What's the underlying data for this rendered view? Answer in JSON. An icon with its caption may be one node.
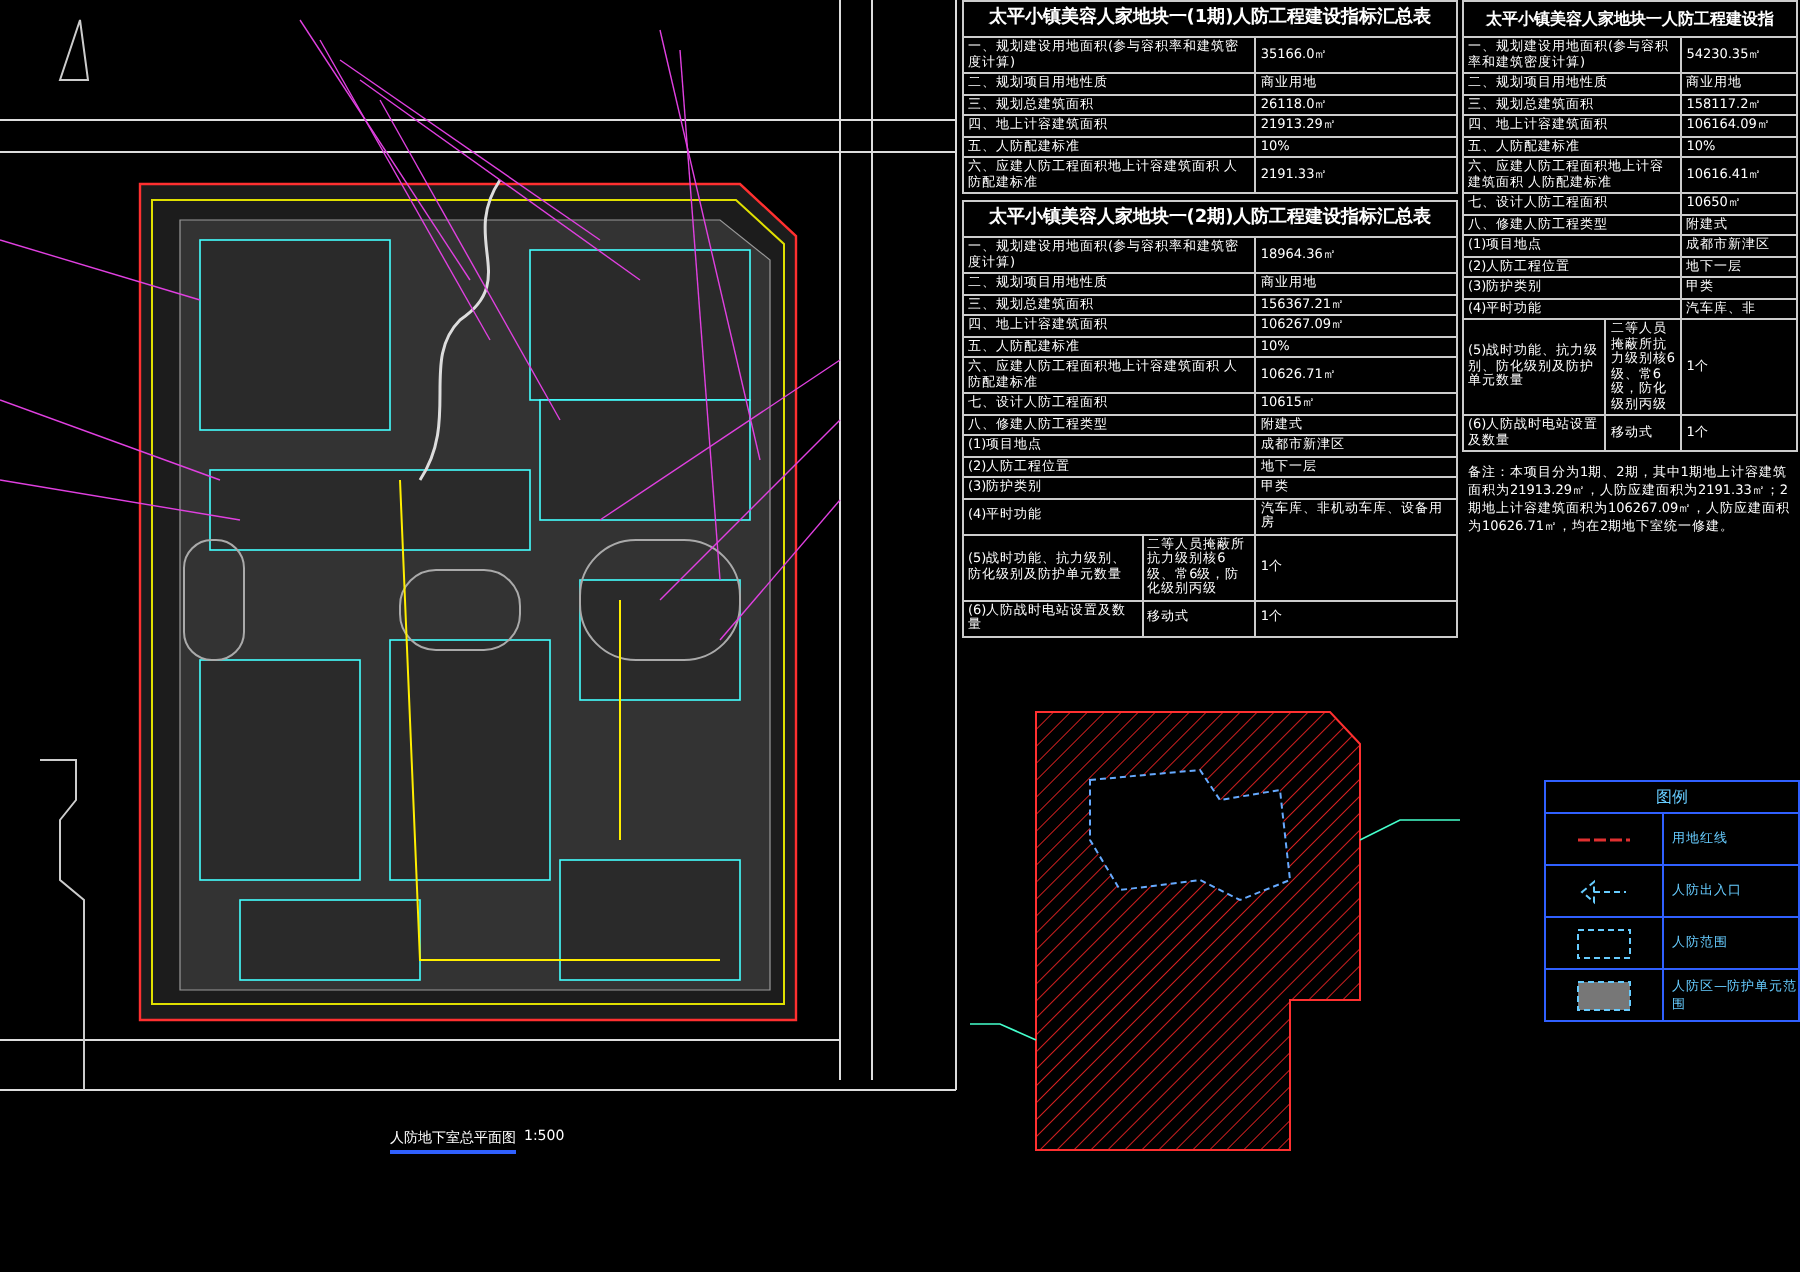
{
  "diagram": {
    "labels": [
      "太平小镇美容人家地块一(1期)人防工程建设指标汇总表",
      "一、规划建设用地面积(参与容积率和建筑密度计算)",
      "35166.0㎡",
      "二、规划项目用地性质",
      "商业用地",
      "三、规划总建筑面积",
      "26118.0㎡",
      "四、地上计容建筑面积",
      "21913.29㎡",
      "五、人防配建标准",
      "10%",
      "六、应建人防工程面积地上计容建筑面积 人防配建标准",
      "2191.33㎡",
      "太平小镇美容人家地块一(2期)人防工程建设指标汇总表",
      "一、规划建设用地面积(参与容积率和建筑密度计算)",
      "18964.36㎡",
      "二、规划项目用地性质",
      "商业用地",
      "三、规划总建筑面积",
      "156367.21㎡",
      "四、地上计容建筑面积",
      "106267.09㎡",
      "五、人防配建标准",
      "10%",
      "六、应建人防工程面积地上计容建筑面积 人防配建标准",
      "10626.71㎡",
      "七、设计人防工程面积",
      "10615㎡",
      "八、修建人防工程类型",
      "附建式",
      "(1)项目地点",
      "成都市新津区",
      "(2)人防工程位置",
      "地下一层",
      "(3)防护类别",
      "甲类",
      "(4)平时功能",
      "汽车库、非机动车库、设备用房",
      "(5)战时功能、抗力级别、防化级别及防护单元数量",
      "二等人员掩蔽所抗力级别核6级、常6级，防化级别丙级",
      "1个",
      "(6)人防战时电站设置及数量",
      "移动式",
      "1个",
      "太平小镇美容人家地块一人防工程建设指",
      "一、规划建设用地面积(参与容积率和建筑密度计算)",
      "54230.35㎡",
      "二、规划项目用地性质",
      "商业用地",
      "三、规划总建筑面积",
      "158117.2㎡",
      "四、地上计容建筑面积",
      "106164.09㎡",
      "五、人防配建标准",
      "10%",
      "六、应建人防工程面积地上计容建筑面积 人防配建标准",
      "10616.41㎡",
      "七、设计人防工程面积",
      "10650㎡",
      "八、修建人防工程类型",
      "附建式",
      "(1)项目地点",
      "成都市新津区",
      "(2)人防工程位置",
      "地下一层",
      "(3)防护类别",
      "甲类",
      "(4)平时功能",
      "汽车库、非",
      "(5)战时功能、抗力级别、防化级别及防护单元数量",
      "二等人员掩蔽所抗力级别核6级、常6级，防化级别丙级",
      "1个",
      "(6)人防战时电站设置及数量",
      "移动式",
      "1个",
      "备注：本项目分为1期、2期，其中1期地上计容建筑面积为21913.29㎡，人防应建面积为2191.33㎡；2期地上计容建筑面积为106267.09㎡，人防应建面积为10626.71㎡，均在2期地下室统一修建。",
      "图例",
      "人防地下室总平面图",
      "1:500"
    ],
    "legend": [
      {
        "text": "用地红线"
      },
      {
        "text": "人防出入口"
      },
      {
        "text": "人防范围"
      },
      {
        "text": "人防区—防护单元范围"
      }
    ]
  }
}
